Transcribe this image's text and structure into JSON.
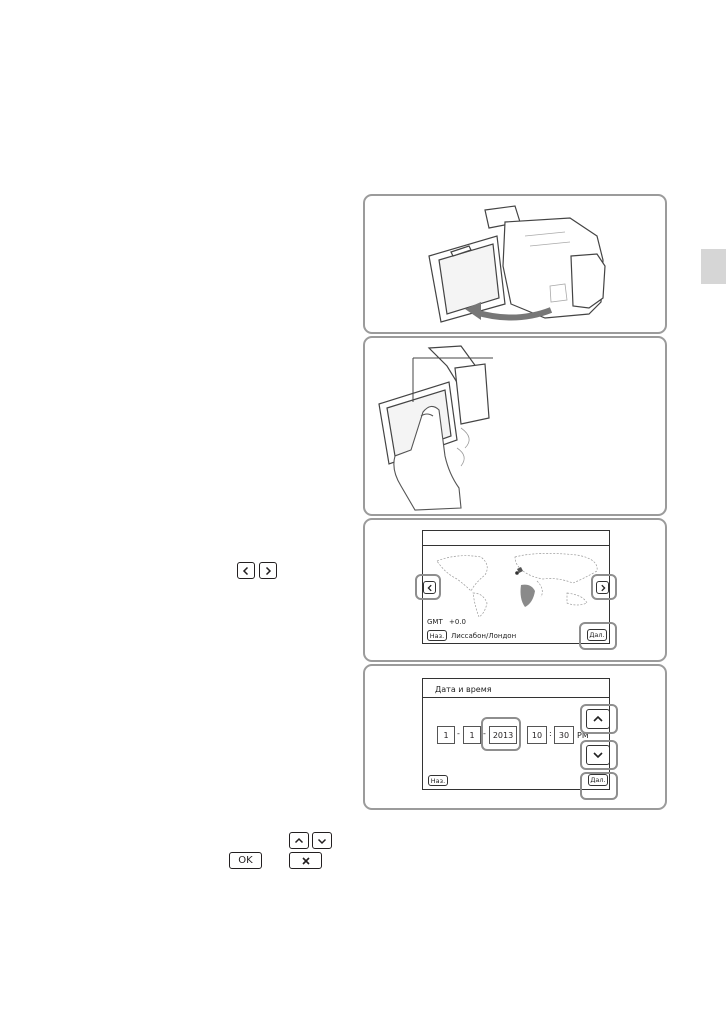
{
  "world_clock_screen": {
    "gmt_label": "GMT",
    "gmt_offset": "+0.0",
    "back_button": "Наз.",
    "city": "Лиссабон/Лондон",
    "next_button": "Дал."
  },
  "date_time_screen": {
    "title": "Дата и время",
    "fields": {
      "month": "1",
      "day": "1",
      "year": "2013",
      "hour": "10",
      "minute": "30",
      "ampm": "PM"
    },
    "back_button": "Наз.",
    "next_button": "Дал."
  },
  "inline_buttons": {
    "ok": "OK"
  },
  "icons": [
    "chevron-left-icon",
    "chevron-right-icon",
    "chevron-up-icon",
    "chevron-down-icon",
    "close-icon"
  ]
}
